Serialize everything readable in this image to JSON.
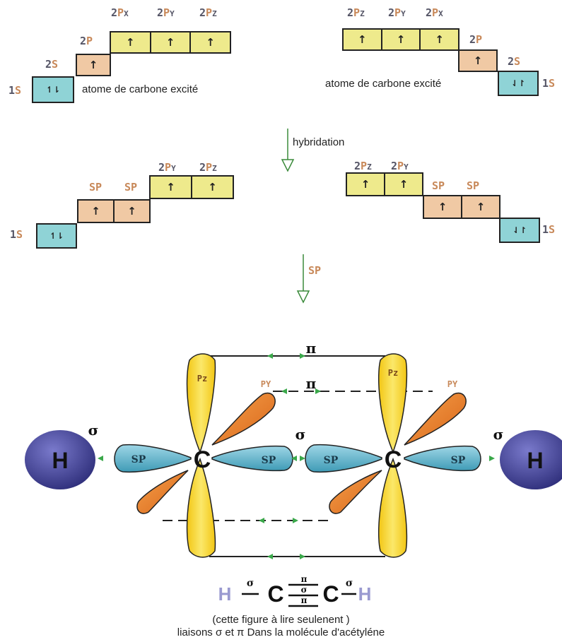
{
  "labels": {
    "tl_2px": [
      "2",
      "P",
      "X"
    ],
    "tl_2py": [
      "2",
      "P",
      "Y"
    ],
    "tl_2pz": [
      "2",
      "P",
      "Z"
    ],
    "tl_2p": [
      "2",
      "P"
    ],
    "tl_2s": [
      "2",
      "S"
    ],
    "tl_1s": [
      "1",
      "S"
    ],
    "tr_2pz": [
      "2",
      "P",
      "Z"
    ],
    "tr_2py": [
      "2",
      "P",
      "Y"
    ],
    "tr_2px": [
      "2",
      "P",
      "X"
    ],
    "tr_2p": [
      "2",
      "P"
    ],
    "tr_2s": [
      "2",
      "S"
    ],
    "tr_1s": [
      "1",
      "S"
    ],
    "bl_sp1": "SP",
    "bl_sp2": "SP",
    "bl_2py": [
      "2",
      "P",
      "Y"
    ],
    "bl_2pz": [
      "2",
      "P",
      "Z"
    ],
    "bl_1s": [
      "1",
      "S"
    ],
    "br_2pz": [
      "2",
      "P",
      "Z"
    ],
    "br_2py": [
      "2",
      "P",
      "Y"
    ],
    "br_sp1": "SP",
    "br_sp2": "SP",
    "br_1s": [
      "1",
      "S"
    ]
  },
  "arrows": {
    "up": "↑",
    "pair_tl": "↿⇂",
    "pair_tr": "⇃↾",
    "pair_bl": "↿⇂",
    "pair_br": "⇃↾"
  },
  "text": {
    "excited_left": "atome de carbone excité",
    "excited_right": "atome de carbone excité",
    "hybridation": "hybridation",
    "sp_arrow": "SP"
  },
  "molecule": {
    "h_left": "H",
    "h_right": "H",
    "c_left": "C",
    "c_right": "C",
    "pi_top": "π",
    "pi_mid": "π",
    "sigma_left": "σ",
    "sigma_center": "σ",
    "sigma_right": "σ",
    "lobe_pz_left": "Pz",
    "lobe_pz_right": "Pz",
    "lobe_py_left": "PY",
    "lobe_py_right": "PY",
    "lobe_sp_1": "SP",
    "lobe_sp_2": "SP",
    "lobe_sp_3": "SP",
    "lobe_sp_4": "SP"
  },
  "formula": {
    "h1": "H",
    "s1": "σ",
    "c1": "C",
    "pi_a": "π",
    "sig_mid": "σ",
    "pi_b": "π",
    "c2": "C",
    "s2": "σ",
    "h2": "H"
  },
  "caption": {
    "line1": "(cette figure à lire seulenent )",
    "line2": "liaisons σ et π Dans la molécule d'acétyléne"
  },
  "colors": {
    "yellow": "#eeea8c",
    "tan": "#f0c9a4",
    "cyan": "#8fd3d6",
    "lobe_yellow": "#f6d930",
    "lobe_orange": "#f08a2a",
    "lobe_blue": "#5ab3cc",
    "h_sphere": "#4a4a9a",
    "green": "#3aa84a"
  }
}
